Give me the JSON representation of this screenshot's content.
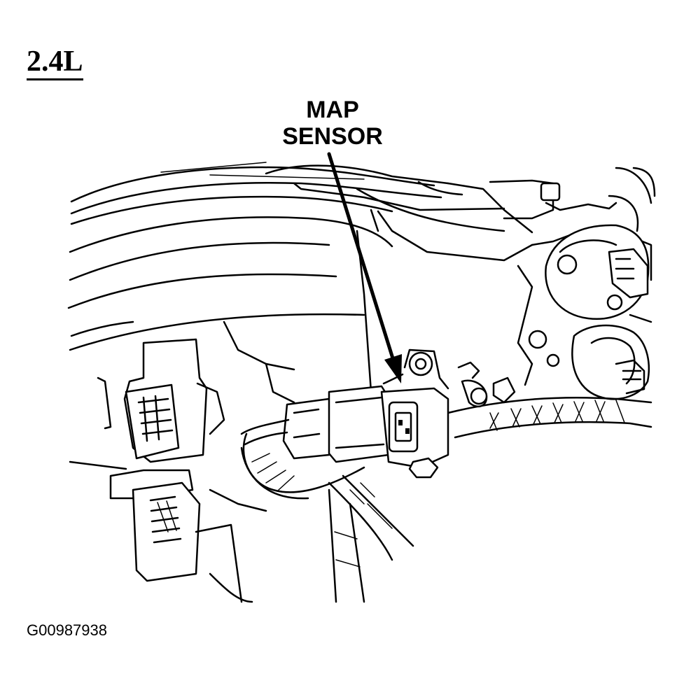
{
  "diagram": {
    "engine_label": "2.4L",
    "callout_lines": [
      "MAP",
      "SENSOR"
    ],
    "figure_id": "G00987938",
    "icons": {
      "callout_arrow": "arrow-down-right-icon",
      "sensor": "map-sensor-connector-icon"
    }
  }
}
